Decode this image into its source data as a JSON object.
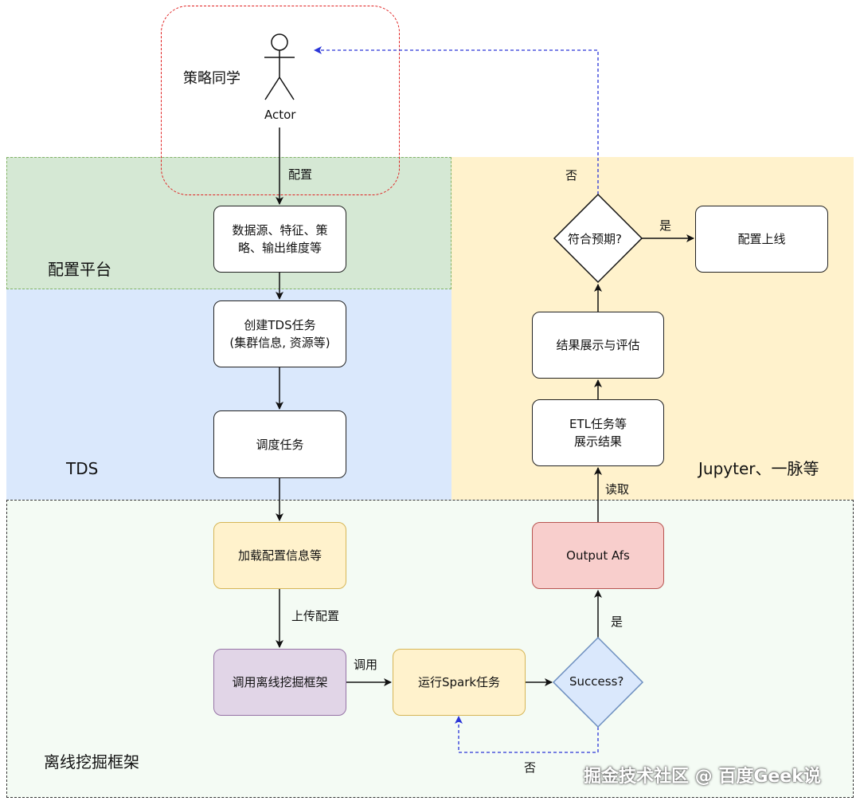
{
  "zones": {
    "config_platform": "配置平台",
    "tds": "TDS",
    "jupyter": "Jupyter、一脉等",
    "offline": "离线挖掘框架"
  },
  "actor": {
    "role": "策略同学",
    "name": "Actor"
  },
  "nodes": {
    "datasource": "数据源、特征、策\n略、输出维度等",
    "create_task": "创建TDS任务\n(集群信息, 资源等)",
    "schedule": "调度任务",
    "load_config": "加载配置信息等",
    "call_framework": "调用离线挖掘框架",
    "run_spark": "运行Spark任务",
    "success": "Success?",
    "output": "Output Afs",
    "etl": "ETL任务等\n展示结果",
    "result_eval": "结果展示与评估",
    "expected": "符合预期?",
    "deploy": "配置上线"
  },
  "edge_labels": {
    "configure": "配置",
    "upload_config": "上传配置",
    "invoke": "调用",
    "success_yes": "是",
    "success_no": "否",
    "read": "读取",
    "expected_yes": "是",
    "expected_no": "否"
  },
  "watermark": "掘金技术社区 @ 百度Geek说",
  "colors": {
    "config_zone": "#d5e8d4",
    "tds_zone": "#dae8fc",
    "jupyter_zone": "#fff2cc",
    "offline_zone": "#f4fbf4",
    "yellow_node": "#fff2cc",
    "yellow_border": "#d6b656",
    "purple_node": "#e1d5e7",
    "purple_border": "#9673a6",
    "red_node": "#f8cecc",
    "red_border": "#b85450",
    "blue_node": "#dae8fc",
    "blue_border": "#6c8ebf",
    "dashed_red": "#e02020",
    "dashed_blue": "#2a35d8"
  }
}
